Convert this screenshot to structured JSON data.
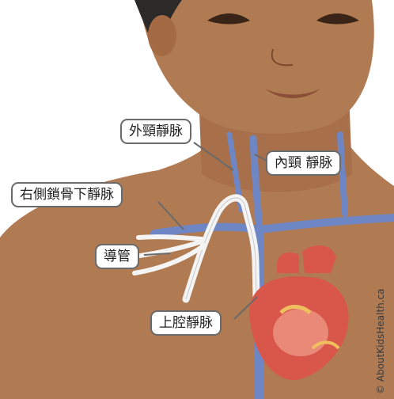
{
  "labels": {
    "external_jugular": "外頸靜脉",
    "internal_jugular": "內頸 靜脉",
    "right_subclavian": "右側鎖骨下靜脉",
    "catheter": "導管",
    "superior_vena_cava": "上腔靜脉"
  },
  "credit": "© AboutKidsHealth.ca",
  "colors": {
    "skin": "#b07a52",
    "skin_shadow": "#8e5c3a",
    "hair": "#2c2a28",
    "vein": "#6f86c4",
    "vein_dark": "#5a6fb0",
    "catheter": "#f4f4f4",
    "heart": "#d9574a",
    "heart_light": "#f0a08c",
    "fat": "#f0c060"
  }
}
